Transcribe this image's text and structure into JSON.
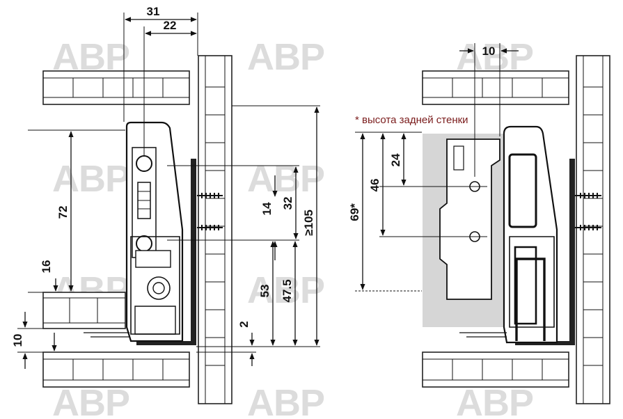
{
  "watermark": "ABP",
  "note": "* высота задней стенки",
  "left_view": {
    "dims": {
      "d31": "31",
      "d22": "22",
      "d72": "72",
      "d16": "16",
      "d10": "10",
      "d14": "14",
      "d32": "32",
      "d105": "≥105",
      "d53": "53",
      "d47_5": "47.5",
      "d2": "2"
    }
  },
  "right_view": {
    "dims": {
      "d10": "10",
      "d24": "24",
      "d46": "46",
      "d69": "69*"
    }
  }
}
